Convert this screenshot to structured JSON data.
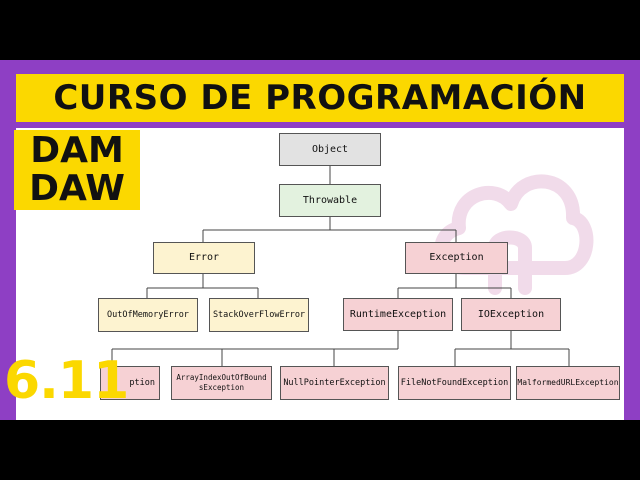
{
  "banner": {
    "title": "CURSO DE PROGRAMACIÓN"
  },
  "badge": {
    "line1": "DAM",
    "line2": "DAW"
  },
  "lesson": {
    "number": "6.11"
  },
  "colors": {
    "purple": "#8e3fc4",
    "yellow": "#fbd800",
    "node_gray": "#e2e2e2",
    "node_green": "#e3f2df",
    "node_yellow": "#fdf3d0",
    "node_pink": "#f6d1d4"
  },
  "diagram": {
    "nodes": {
      "object": "Object",
      "throwable": "Throwable",
      "error": "Error",
      "exception": "Exception",
      "out_of_memory": "OutOfMemoryError",
      "stack_overflow": "StackOverFlowError",
      "runtime": "RuntimeException",
      "io": "IOException",
      "arithmetic_partial": "ption",
      "array_index_line1": "ArrayIndexOutOfBound",
      "array_index_line2": "sException",
      "null_pointer": "NullPointerException",
      "file_not_found": "FileNotFoundException",
      "malformed_url": "MalformedURLException"
    }
  }
}
